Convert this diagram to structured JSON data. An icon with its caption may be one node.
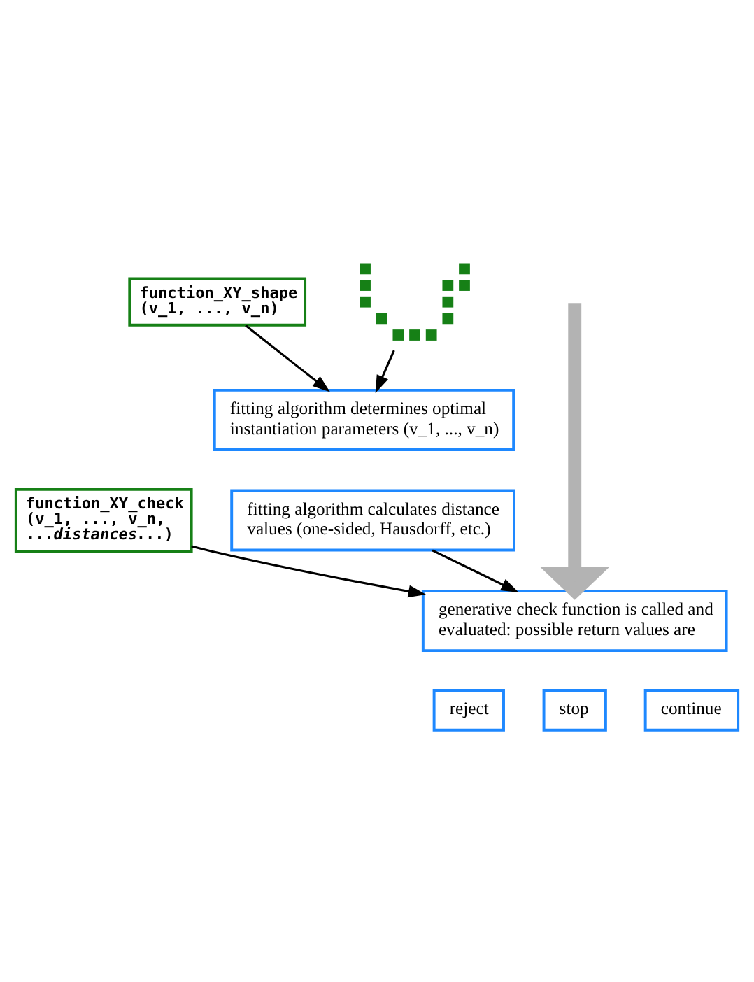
{
  "diagram": {
    "nodes": [
      {
        "text": [
          "function_XY_shape (v_1, ..., v_n)"
        ]
      },
      {
        "text": [],
        "shape": "picture"
      },
      {
        "text": [
          "fitting algorithm determines optimal instantiation parameters (v_1, ..., v_n)"
        ]
      },
      {
        "text": [
          "fitting algorithm calculates distance values (one-sided, Hausdorff, etc.)"
        ]
      },
      {
        "text": [
          "function_XY_check (v_1, ..., v_n, ...*distances*...)"
        ]
      },
      {
        "text": [
          "generative check function is called and evaluated: possible return values are"
        ]
      },
      {
        "text": [
          "reject"
        ]
      },
      {
        "text": [
          "stop"
        ]
      },
      {
        "text": [
          "continue"
        ]
      }
    ],
    "edges": [
      {
        "from": 0,
        "to": 2,
        "arrow": "to"
      },
      {
        "from": 1,
        "to": 2,
        "arrow": "to"
      },
      {
        "from": null,
        "to": 5,
        "arrow": "to",
        "style": "thick",
        "color": "#b3b3b3"
      },
      {
        "from": 4,
        "to": 5,
        "arrow": "to"
      },
      {
        "from": 3,
        "to": 5,
        "arrow": "to"
      }
    ]
  }
}
